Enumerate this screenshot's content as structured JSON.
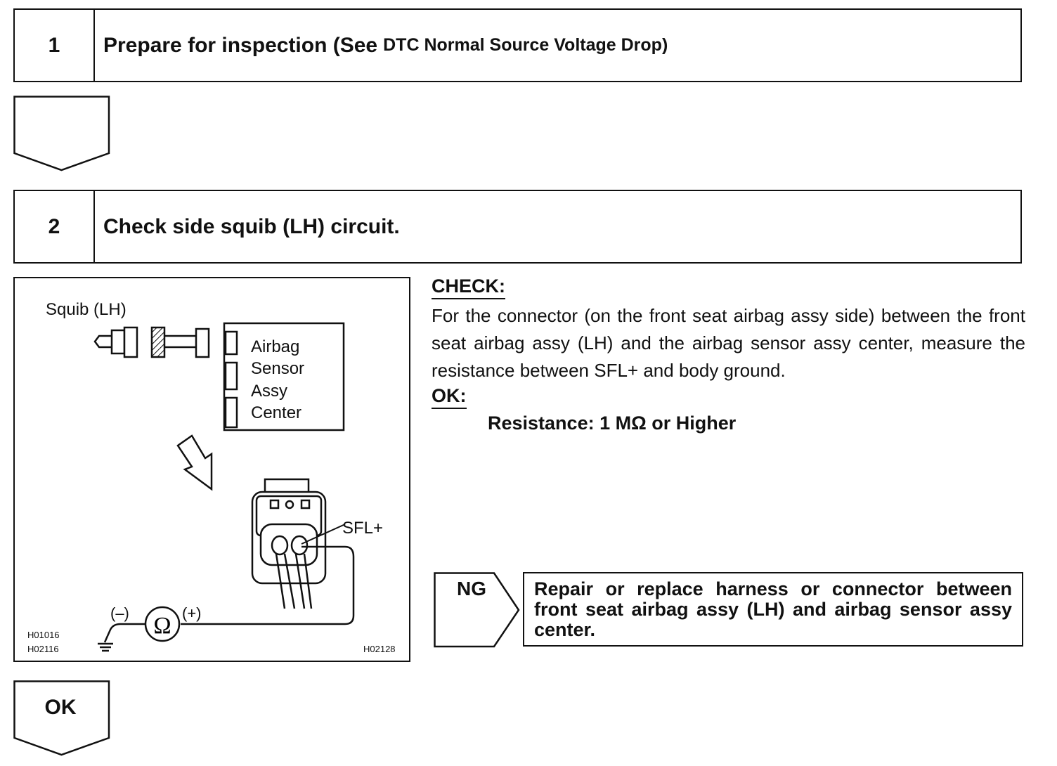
{
  "steps": [
    {
      "number": "1",
      "title": "Prepare for inspection (See",
      "title_small": "DTC Normal Source Voltage Drop)"
    },
    {
      "number": "2",
      "title": "Check side squib (LH) circuit."
    }
  ],
  "figure": {
    "squib_label": "Squib (LH)",
    "sensor_label": [
      "Airbag",
      "Sensor",
      "Assy",
      "Center"
    ],
    "terminal_label": "SFL+",
    "meter_minus": "(–)",
    "meter_plus": "(+)",
    "meter_symbol": "Ω",
    "codes_left": [
      "H01016",
      "H02116"
    ],
    "code_right": "H02128"
  },
  "check": {
    "heading": "CHECK:",
    "text": "For the connector (on the front seat airbag assy side) between the front seat airbag assy (LH) and the airbag sensor assy center, measure the resistance between SFL+ and body ground."
  },
  "ok": {
    "heading": "OK:",
    "value": "Resistance: 1 MΩ or Higher"
  },
  "ng": {
    "tag": "NG",
    "action": "Repair or replace harness or connector between front seat airbag assy (LH) and airbag sensor assy center."
  },
  "ok_arrow": {
    "label": "OK"
  }
}
